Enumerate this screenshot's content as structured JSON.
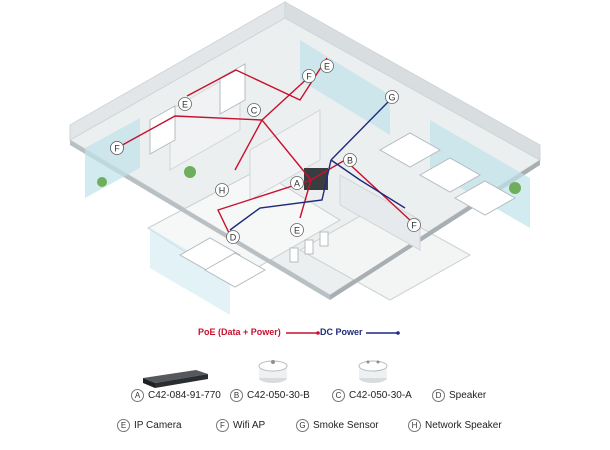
{
  "legend": {
    "poe_label": "PoE (Data + Power)",
    "dc_label": "DC Power",
    "poe_color": "#c8102e",
    "dc_color": "#1f2a7a"
  },
  "markers": [
    "A",
    "B",
    "C",
    "D",
    "E",
    "E",
    "E",
    "F",
    "F",
    "F",
    "F",
    "G",
    "H"
  ],
  "key_items": [
    {
      "letter": "A",
      "label": "C42-084-91-770"
    },
    {
      "letter": "B",
      "label": "C42-050-30-B"
    },
    {
      "letter": "C",
      "label": "C42-050-30-A"
    },
    {
      "letter": "D",
      "label": "Speaker"
    },
    {
      "letter": "E",
      "label": "IP Camera"
    },
    {
      "letter": "F",
      "label": "Wifi AP"
    },
    {
      "letter": "G",
      "label": "Smoke Sensor"
    },
    {
      "letter": "H",
      "label": "Network Speaker"
    }
  ]
}
